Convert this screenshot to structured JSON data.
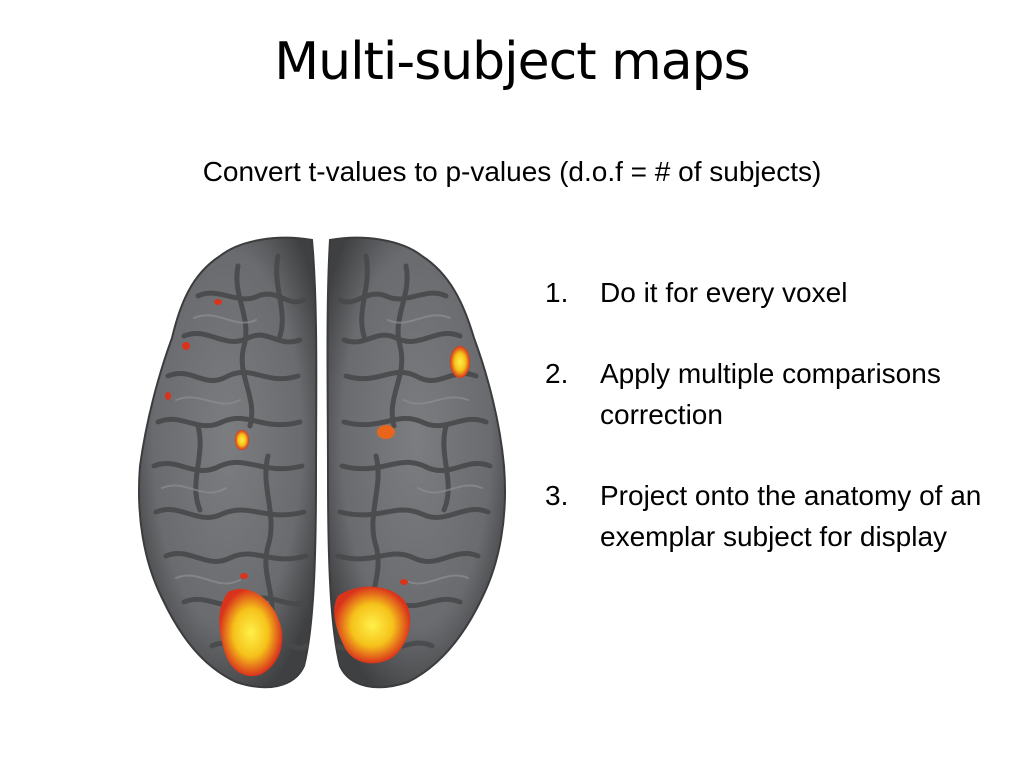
{
  "slide": {
    "title": "Multi-subject maps",
    "subtitle": "Convert t-values to p-values (d.o.f = # of subjects)"
  },
  "image": {
    "subject": "brain-top-view",
    "brain_color": "#6d6e70",
    "activation_colors": [
      "#f5e51c",
      "#f49a1a",
      "#d9331c"
    ]
  },
  "steps": [
    {
      "number": "1.",
      "text": "Do it for every voxel"
    },
    {
      "number": "2.",
      "text": "Apply multiple comparisons correction"
    },
    {
      "number": "3.",
      "text": "Project onto the anatomy of an exemplar subject for display"
    }
  ]
}
